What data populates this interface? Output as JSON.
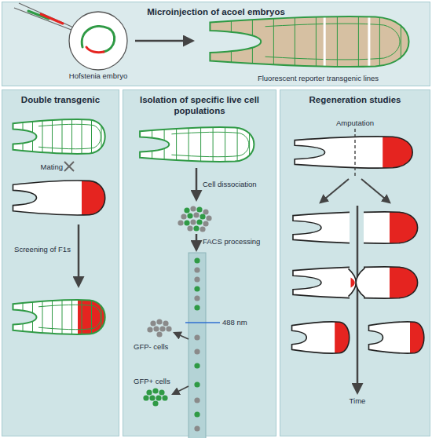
{
  "diagram": {
    "nodes": [
      {
        "text": [
          "Microinjection of acoel embryos"
        ]
      },
      {
        "text": [
          "Double transgenic"
        ]
      },
      {
        "text": [
          "Isolation of specific live cell populations"
        ]
      },
      {
        "text": [
          "Regeneration studies"
        ]
      }
    ],
    "labels": [
      "Hofstenia embryo",
      "Fluorescent reporter transgenic lines",
      "Mating",
      "Screening of F1s",
      "Cell dissociation",
      "FACS processing",
      "488 nm",
      "GFP- cells",
      "GFP+ cells",
      "Amputation",
      "Time"
    ]
  }
}
